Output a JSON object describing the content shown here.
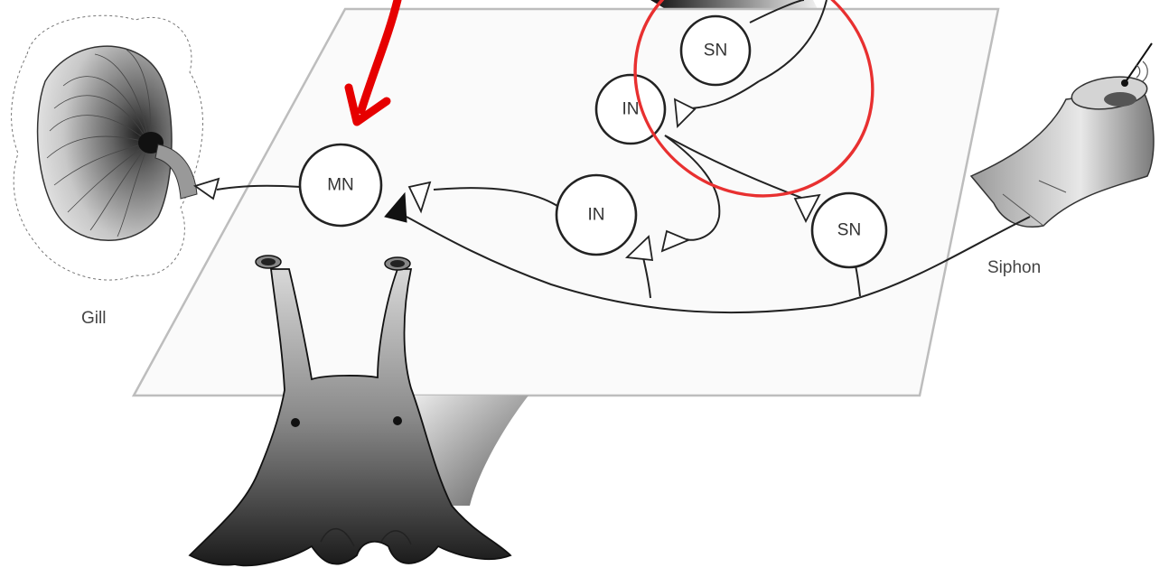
{
  "labels": {
    "gill": "Gill",
    "siphon": "Siphon"
  },
  "neurons": [
    {
      "id": "mn",
      "label": "MN"
    },
    {
      "id": "in-lower",
      "label": "IN"
    },
    {
      "id": "in-upper",
      "label": "IN"
    },
    {
      "id": "sn-upper",
      "label": "SN"
    },
    {
      "id": "sn-lower",
      "label": "SN"
    }
  ],
  "colors": {
    "annotation_arrow": "#e60000",
    "annotation_ellipse": "#e83030",
    "neuron_stroke": "#222222",
    "plane_stroke": "#bdbdbd"
  },
  "annotations": {
    "arrow_target": "MN",
    "highlighted_group": [
      "SN",
      "IN"
    ]
  }
}
